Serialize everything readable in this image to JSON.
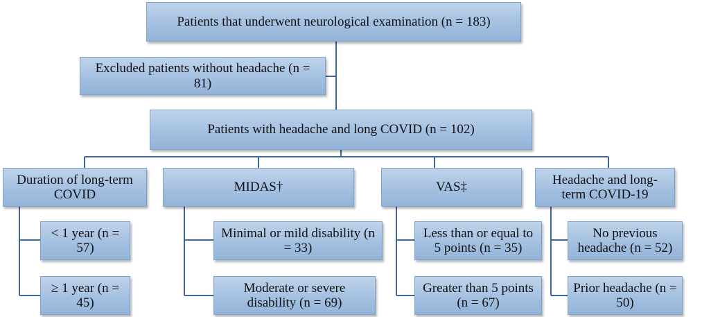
{
  "diagram": {
    "root": {
      "text": "Patients that underwent neurological examination (n = 183)"
    },
    "excluded": {
      "text": "Excluded patients without headache (n = 81)"
    },
    "main": {
      "text": "Patients with headache and long COVID (n = 102)"
    },
    "categories": [
      {
        "text": "Duration of long-term COVID",
        "children": [
          {
            "text": "< 1 year (n = 57)"
          },
          {
            "text": "≥ 1 year (n = 45)"
          }
        ]
      },
      {
        "text": "MIDAS†",
        "children": [
          {
            "text": "Minimal or mild disability (n = 33)"
          },
          {
            "text": "Moderate or severe disability (n = 69)"
          }
        ]
      },
      {
        "text": "VAS‡",
        "children": [
          {
            "text": "Less than or equal to 5 points (n = 35)"
          },
          {
            "text": "Greater than 5 points (n = 67)"
          }
        ]
      },
      {
        "text": "Headache and long-term COVID-19",
        "children": [
          {
            "text": "No previous headache (n = 52)"
          },
          {
            "text": "Prior headache (n = 50)"
          }
        ]
      }
    ],
    "colors": {
      "box_fill_top": "#bfd3ea",
      "box_fill_bottom": "#93b3d8",
      "box_border": "#7ea3cd",
      "connector": "#3d6a9e"
    }
  }
}
